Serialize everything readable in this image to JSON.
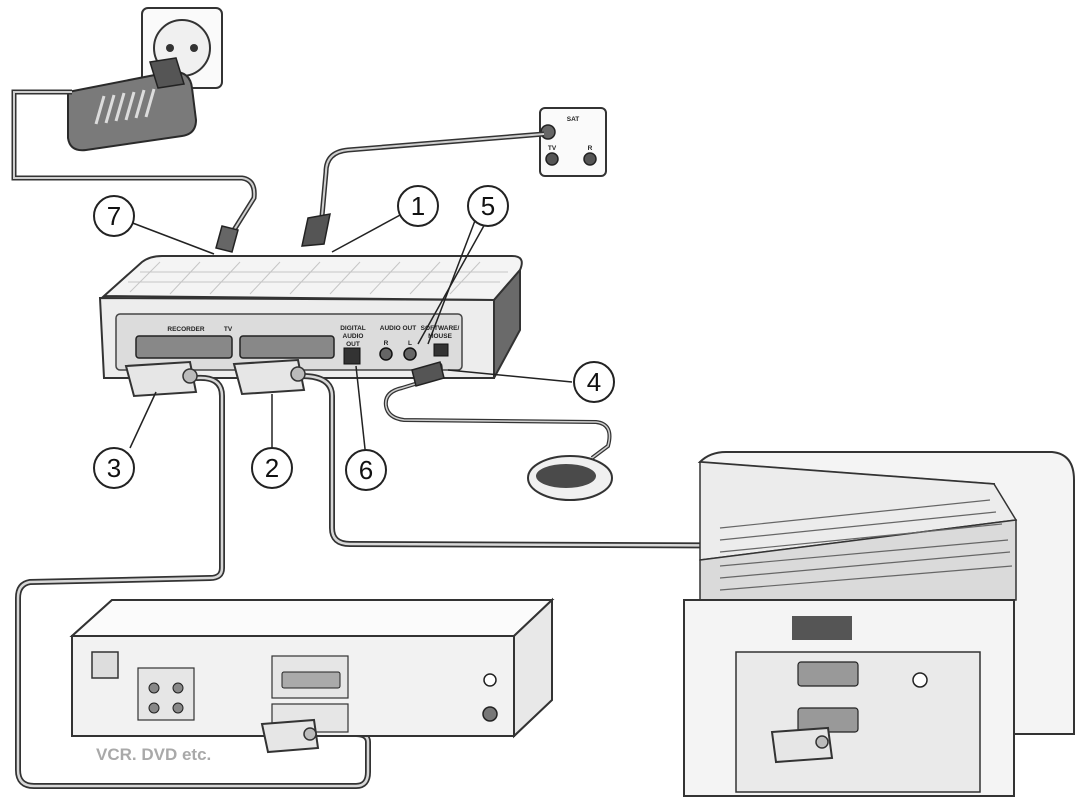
{
  "callouts": [
    "1",
    "2",
    "3",
    "4",
    "5",
    "6",
    "7"
  ],
  "sat_socket": {
    "label": "SAT",
    "tv": "TV",
    "r": "R"
  },
  "receiver_panel": {
    "recorder": "RECORDER",
    "tv": "TV",
    "digital_audio_out": [
      "DIGITAL",
      "AUDIO",
      "OUT"
    ],
    "audio_out": "AUDIO OUT",
    "audio_r": "R",
    "audio_l": "L",
    "software_mouse": [
      "SOFTWARE/",
      "MOUSE"
    ]
  },
  "vcr_caption": "VCR. DVD etc.",
  "colors": {
    "line": "#333333",
    "device_fill": "#f2f2f2",
    "panel_fill": "#dcdcdc",
    "cable": "#555555"
  }
}
